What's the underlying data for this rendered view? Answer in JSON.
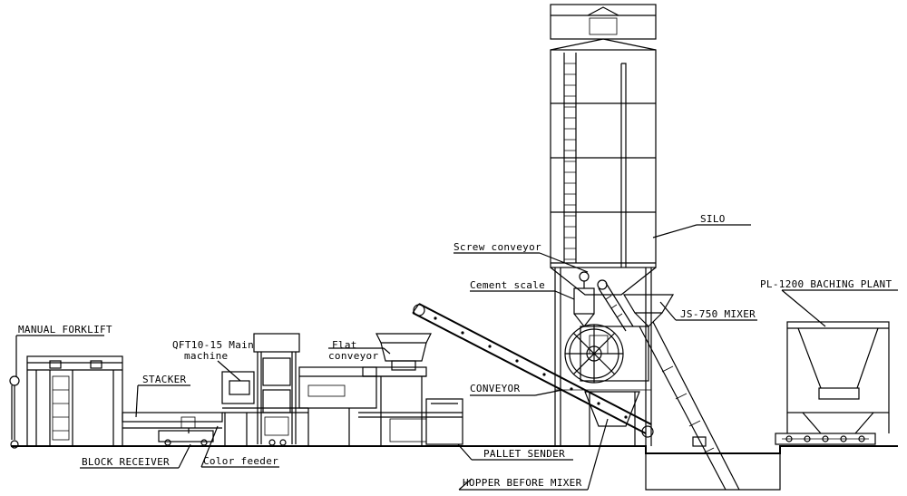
{
  "labels": {
    "manual_forklift": "MANUAL FORKLIFT",
    "qft_main_line1": "QFT10-15 Main",
    "qft_main_line2": "machine",
    "stacker": "STACKER",
    "flat_conveyor_line1": "Flat",
    "flat_conveyor_line2": "conveyor",
    "screw_conveyor": "Screw conveyor",
    "cement_scale": "Cement scale",
    "silo": "SILO",
    "js750_mixer": "JS-750 MIXER",
    "pl1200_plant": "PL-1200 BACHING PLANT",
    "conveyor": "CONVEYOR",
    "block_receiver": "BLOCK RECEIVER",
    "color_feeder": "Color feeder",
    "pallet_sender": "PALLET SENDER",
    "hopper_before_mixer": "HOPPER BEFORE MIXER"
  }
}
